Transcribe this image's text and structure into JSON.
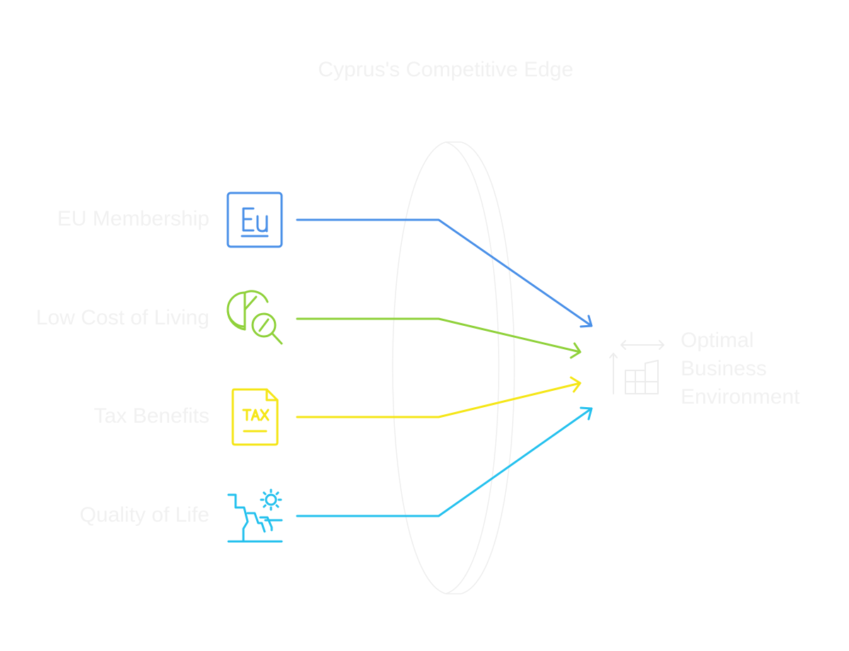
{
  "title": "Cyprus's Competitive Edge",
  "factors": [
    {
      "label": "EU Membership",
      "icon": "eu-text-icon",
      "color": "#4a90e8"
    },
    {
      "label": "Low Cost of Living",
      "icon": "pie-chart-magnifier-icon",
      "color": "#8fd13a"
    },
    {
      "label": "Tax Benefits",
      "icon": "tax-document-icon",
      "color": "#f5e617"
    },
    {
      "label": "Quality of Life",
      "icon": "cliff-sun-icon",
      "color": "#25c1ee"
    }
  ],
  "outcome": {
    "lines": [
      "Optimal",
      "Business",
      "Environment"
    ],
    "icon": "business-building-growth-icon"
  },
  "colors": {
    "faint_text": "#f1f1f1",
    "lens": "#eeeeee"
  }
}
